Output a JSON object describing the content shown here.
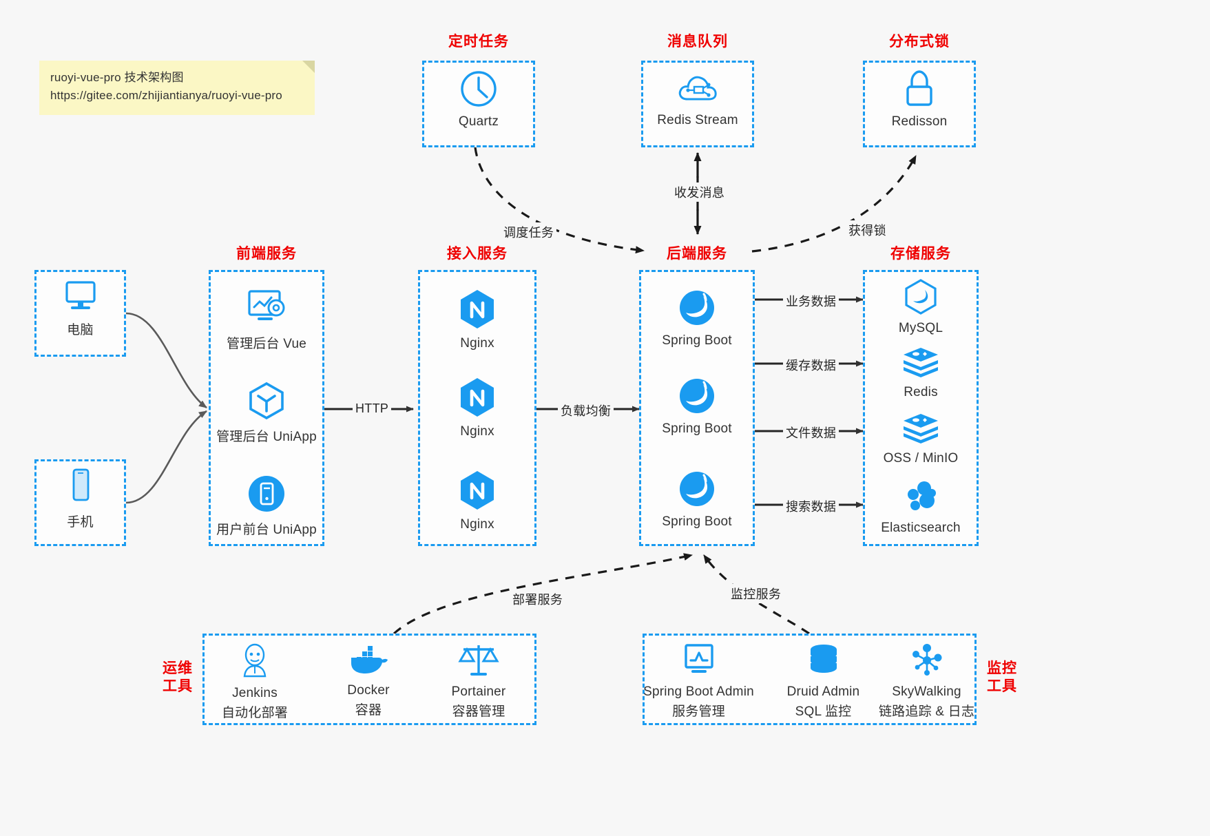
{
  "note": {
    "line1": "ruoyi-vue-pro 技术架构图",
    "line2": "https://gitee.com/zhijiantianya/ruoyi-vue-pro"
  },
  "colors": {
    "accent_blue": "#1a9bf0",
    "group_label_red": "#ef0000",
    "text": "#333333",
    "arrow": "#333333",
    "background": "#f7f7f7",
    "note_bg": "#fbf7c5"
  },
  "groups": {
    "scheduled_task": {
      "label": "定时任务"
    },
    "message_queue": {
      "label": "消息队列"
    },
    "distributed_lock": {
      "label": "分布式锁"
    },
    "frontend": {
      "label": "前端服务"
    },
    "gateway": {
      "label": "接入服务"
    },
    "backend": {
      "label": "后端服务"
    },
    "storage": {
      "label": "存储服务"
    },
    "devops": {
      "label": "运维\n工具",
      "label_line1": "运维",
      "label_line2": "工具"
    },
    "monitor": {
      "label": "监控\n工具",
      "label_line1": "监控",
      "label_line2": "工具"
    }
  },
  "nodes": {
    "quartz": {
      "label": "Quartz",
      "icon": "clock-icon"
    },
    "redis_stream": {
      "label": "Redis Stream",
      "icon": "cloud-network-icon"
    },
    "redisson": {
      "label": "Redisson",
      "icon": "lock-icon"
    },
    "computer": {
      "label": "电脑",
      "icon": "desktop-icon"
    },
    "phone": {
      "label": "手机",
      "icon": "mobile-icon"
    },
    "admin_vue": {
      "label": "管理后台 Vue",
      "icon": "dashboard-gear-icon"
    },
    "admin_uniapp": {
      "label": "管理后台 UniApp",
      "icon": "cube-icon"
    },
    "user_uniapp": {
      "label": "用户前台 UniApp",
      "icon": "phone-app-icon"
    },
    "nginx1": {
      "label": "Nginx",
      "icon": "nginx-icon"
    },
    "nginx2": {
      "label": "Nginx",
      "icon": "nginx-icon"
    },
    "nginx3": {
      "label": "Nginx",
      "icon": "nginx-icon"
    },
    "springboot1": {
      "label": "Spring Boot",
      "icon": "spring-icon"
    },
    "springboot2": {
      "label": "Spring Boot",
      "icon": "spring-icon"
    },
    "springboot3": {
      "label": "Spring Boot",
      "icon": "spring-icon"
    },
    "mysql": {
      "label": "MySQL",
      "icon": "mysql-dolphin-icon"
    },
    "redis": {
      "label": "Redis",
      "icon": "redis-stack-icon"
    },
    "oss_minio": {
      "label": "OSS / MinIO",
      "icon": "storage-stack-icon"
    },
    "elasticsearch": {
      "label": "Elasticsearch",
      "icon": "elasticsearch-icon"
    },
    "jenkins": {
      "label": "Jenkins",
      "sub": "自动化部署",
      "icon": "jenkins-butler-icon"
    },
    "docker": {
      "label": "Docker",
      "sub": "容器",
      "icon": "docker-whale-icon"
    },
    "portainer": {
      "label": "Portainer",
      "sub": "容器管理",
      "icon": "scales-icon"
    },
    "spring_boot_admin": {
      "label": "Spring Boot Admin",
      "sub": "服务管理",
      "icon": "monitor-chart-icon"
    },
    "druid_admin": {
      "label": "Druid Admin",
      "sub": "SQL 监控",
      "icon": "database-icon"
    },
    "skywalking": {
      "label": "SkyWalking",
      "sub": "链路追踪 & 日志",
      "icon": "node-graph-icon"
    }
  },
  "edges": {
    "http": "HTTP",
    "load_balance": "负载均衡",
    "schedule_task": "调度任务",
    "send_receive_message": "收发消息",
    "acquire_lock": "获得锁",
    "business_data": "业务数据",
    "cache_data": "缓存数据",
    "file_data": "文件数据",
    "search_data": "搜索数据",
    "deploy_service": "部署服务",
    "monitor_service": "监控服务"
  }
}
